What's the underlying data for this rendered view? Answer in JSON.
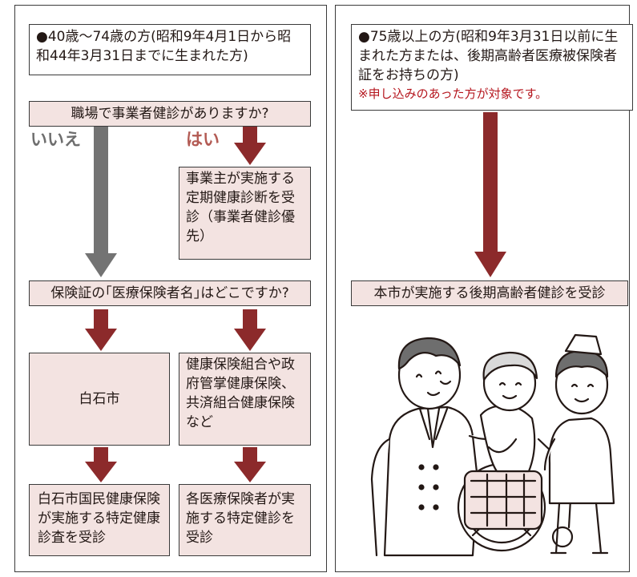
{
  "left": {
    "header": "●40歳〜74歳の方(昭和9年4月1日から昭和44年3月31日までに生まれた方)",
    "question1": "職場で事業者健診がありますか?",
    "no_label": "いいえ",
    "yes_label": "はい",
    "employer_box": "事業主が実施する定期健康診断を受診（事業者健診優先）",
    "question2": "保険証の｢医療保険者名｣はどこですか?",
    "city_box": "白石市",
    "other_box": "健康保険組合や政府管掌健康保険、共済組合健康保険など",
    "city_result": "白石市国民健康保険が実施する特定健康診査を受診",
    "other_result": "各医療保険者が実施する特定健診を受診"
  },
  "right": {
    "header": "●75歳以上の方(昭和9年3月31日以前に生まれた方または、後期高齢者医療被保険者証をお持ちの方)",
    "note": "※申し込みのあった方が対象です。",
    "result": "本市が実施する後期高齢者健診を受診"
  },
  "colors": {
    "arrow_red": "#8c2a2b",
    "arrow_gray": "#737373",
    "box_pink": "#f3e3e1"
  }
}
